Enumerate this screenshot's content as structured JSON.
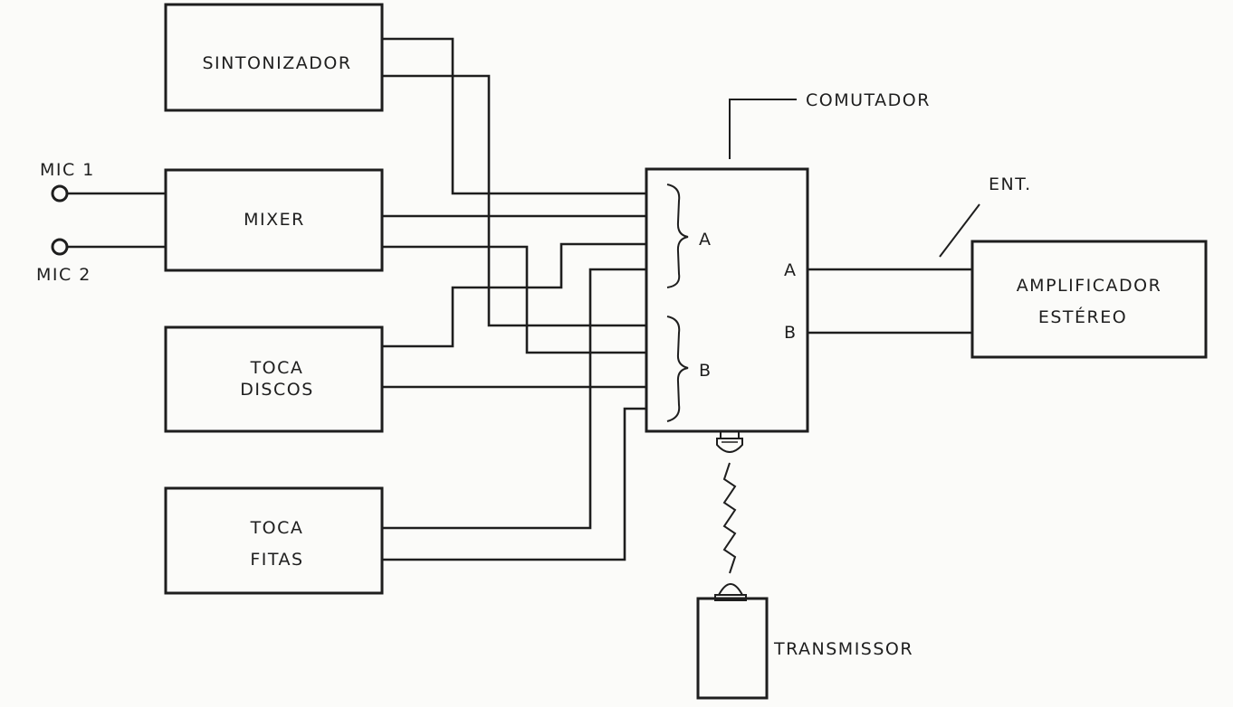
{
  "blocks": {
    "sintonizador": "SINTONIZADOR",
    "mixer": "MIXER",
    "toca_discos_line1": "TOCA",
    "toca_discos_line2": "DISCOS",
    "toca_fitas_line1": "TOCA",
    "toca_fitas_line2": "FITAS",
    "amplificador_line1": "AMPLIFICADOR",
    "amplificador_line2": "ESTÉREO",
    "transmissor": "TRANSMISSOR"
  },
  "labels": {
    "mic1": "MIC 1",
    "mic2": "MIC 2",
    "comutador": "COMUTADOR",
    "ent": "ENT.",
    "group_a": "A",
    "group_b": "B",
    "out_a": "A",
    "out_b": "B"
  }
}
